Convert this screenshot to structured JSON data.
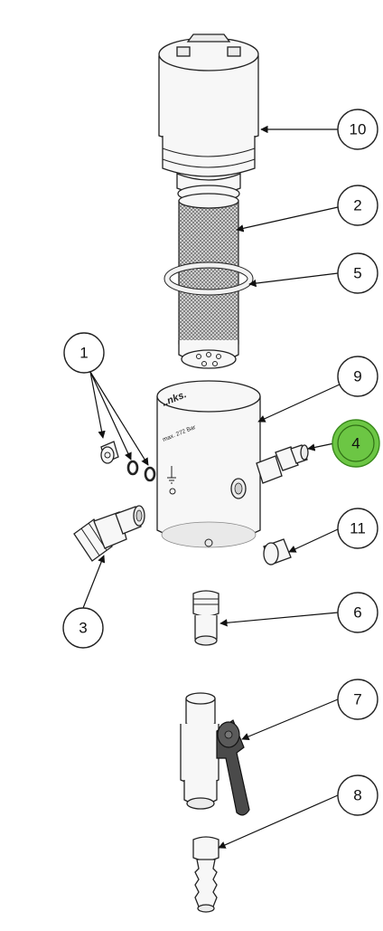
{
  "callouts": {
    "c1": "1",
    "c2": "2",
    "c3": "3",
    "c4": "4",
    "c5": "5",
    "c6": "6",
    "c7": "7",
    "c8": "8",
    "c9": "9",
    "c10": "10",
    "c11": "11"
  },
  "highlighted_callout": "4",
  "body_marking": {
    "logo": "..nks.",
    "rating": "max. 272 Bar"
  },
  "colors": {
    "highlight": "#6cc644",
    "line": "#222222",
    "part_fill": "#f7f7f7",
    "handle": "#4a4a4a"
  }
}
